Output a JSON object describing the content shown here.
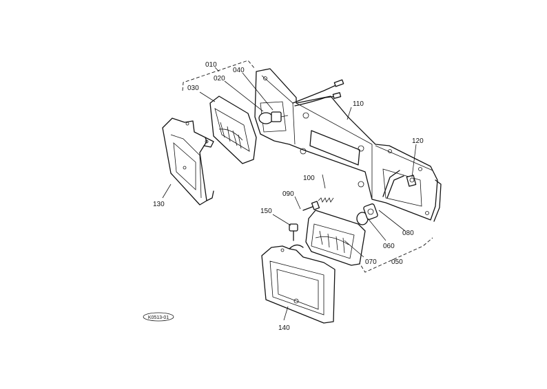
{
  "parts": {
    "p010": "010",
    "p020": "020",
    "p030": "030",
    "p040": "040",
    "p050": "050",
    "p060": "060",
    "p070": "070",
    "p080": "080",
    "p090": "090",
    "p100": "100",
    "p110": "110",
    "p120": "120",
    "p130": "130",
    "p140": "140",
    "p150": "150"
  },
  "diagram_code": "K0513-01"
}
